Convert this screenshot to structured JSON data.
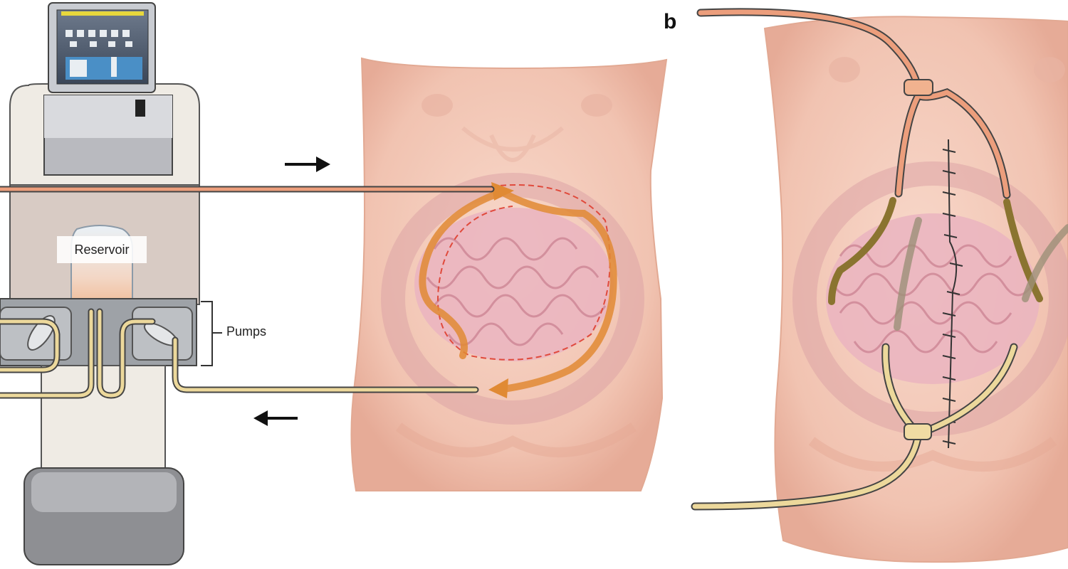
{
  "labels": {
    "reservoir": "Reservoir",
    "pumps": "Pumps",
    "panel_b": "b"
  },
  "icons": {
    "inflow_arrow": "right-arrow-icon",
    "outflow_arrow": "left-arrow-icon"
  },
  "colors": {
    "skin": "#f3c9b8",
    "skin_shadow": "#e6a995",
    "intestine": "#eab4bf",
    "inflow_tube": "#ec9e7c",
    "outflow_tube": "#ecd89b",
    "flow_arrow": "#e08a34",
    "machine_body": "#d8cbc4",
    "machine_light": "#efebe4"
  }
}
